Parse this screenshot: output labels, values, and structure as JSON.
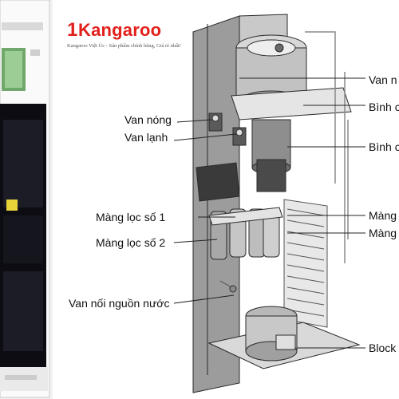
{
  "brand": {
    "name": "Kangaroo",
    "tagline": "Kangaroo Việt Úc - Sản phẩm chính hãng, Giá rẻ nhất!",
    "color": "#e2211c"
  },
  "labels_left": {
    "van_nong": "Van nóng",
    "van_lanh": "Van lạnh",
    "mang_loc_1": "Màng lọc số 1",
    "mang_loc_2": "Màng lọc số 2",
    "van_noi": "Van nối nguồn nước"
  },
  "labels_right": {
    "van_n": "Van n",
    "binh_1": "Bình c",
    "binh_2": "Bình c",
    "mang_1": "Màng",
    "mang_2": "Màng",
    "block": "Block"
  }
}
